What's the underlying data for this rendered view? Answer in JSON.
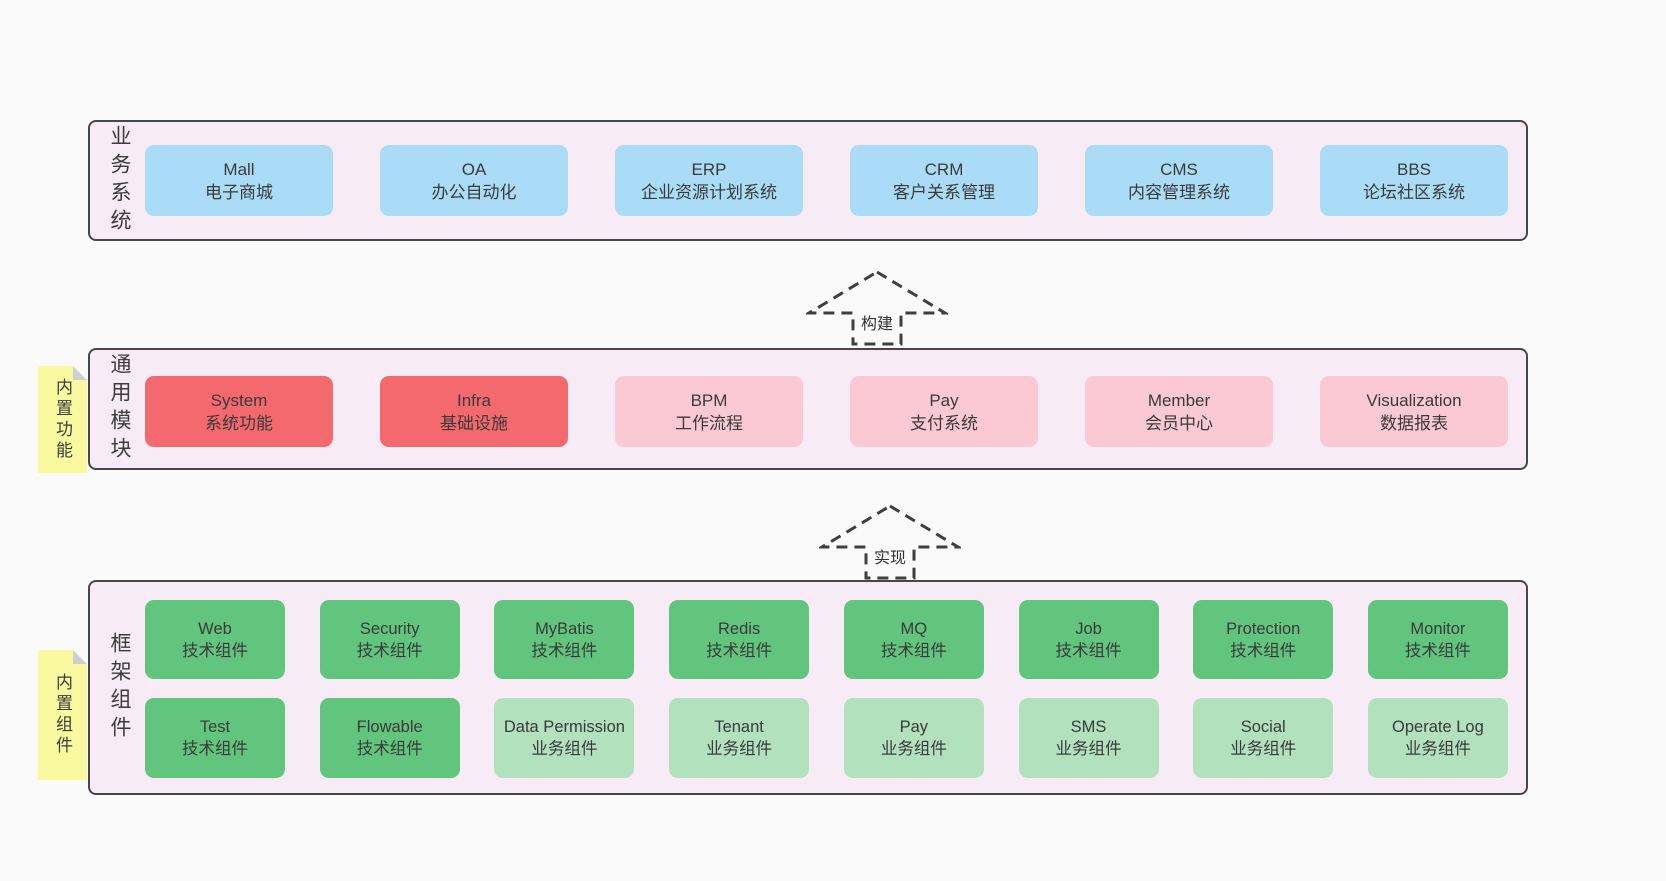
{
  "colors": {
    "page_bg": "#fafafa",
    "band_bg": "#f7ebf5",
    "band_border": "#474747",
    "box_blue": "#aadcf7",
    "box_red": "#f4696d",
    "box_pink": "#fbc9d3",
    "box_green": "#61c57d",
    "box_lightgreen": "#b2e1bd",
    "note_yellow": "#f9f9a0"
  },
  "layers": [
    {
      "label": "业务系统",
      "boxes": [
        {
          "title": "Mall",
          "subtitle": "电子商城",
          "type": "blue wide"
        },
        {
          "title": "OA",
          "subtitle": "办公自动化",
          "type": "blue wide"
        },
        {
          "title": "ERP",
          "subtitle": "企业资源计划系统",
          "type": "blue wide"
        },
        {
          "title": "CRM",
          "subtitle": "客户关系管理",
          "type": "blue wide"
        },
        {
          "title": "CMS",
          "subtitle": "内容管理系统",
          "type": "blue wide"
        },
        {
          "title": "BBS",
          "subtitle": "论坛社区系统",
          "type": "blue wide"
        }
      ]
    },
    {
      "label": "通用模块",
      "note": "内置功能",
      "boxes": [
        {
          "title": "System",
          "subtitle": "系统功能",
          "type": "red wide"
        },
        {
          "title": "Infra",
          "subtitle": "基础设施",
          "type": "red wide"
        },
        {
          "title": "BPM",
          "subtitle": "工作流程",
          "type": "pink wide"
        },
        {
          "title": "Pay",
          "subtitle": "支付系统",
          "type": "pink wide"
        },
        {
          "title": "Member",
          "subtitle": "会员中心",
          "type": "pink wide"
        },
        {
          "title": "Visualization",
          "subtitle": "数据报表",
          "type": "pink wide"
        }
      ]
    },
    {
      "label": "框架组件",
      "note": "内置组件",
      "row1": [
        {
          "title": "Web",
          "subtitle": "技术组件",
          "type": "green narrow"
        },
        {
          "title": "Security",
          "subtitle": "技术组件",
          "type": "green narrow"
        },
        {
          "title": "MyBatis",
          "subtitle": "技术组件",
          "type": "green narrow"
        },
        {
          "title": "Redis",
          "subtitle": "技术组件",
          "type": "green narrow"
        },
        {
          "title": "MQ",
          "subtitle": "技术组件",
          "type": "green narrow"
        },
        {
          "title": "Job",
          "subtitle": "技术组件",
          "type": "green narrow"
        },
        {
          "title": "Protection",
          "subtitle": "技术组件",
          "type": "green narrow"
        },
        {
          "title": "Monitor",
          "subtitle": "技术组件",
          "type": "green narrow"
        }
      ],
      "row2": [
        {
          "title": "Test",
          "subtitle": "技术组件",
          "type": "green narrow"
        },
        {
          "title": "Flowable",
          "subtitle": "技术组件",
          "type": "green narrow"
        },
        {
          "title": "Data Permission",
          "subtitle": "业务组件",
          "type": "lightgreen narrow"
        },
        {
          "title": "Tenant",
          "subtitle": "业务组件",
          "type": "lightgreen narrow"
        },
        {
          "title": "Pay",
          "subtitle": "业务组件",
          "type": "lightgreen narrow"
        },
        {
          "title": "SMS",
          "subtitle": "业务组件",
          "type": "lightgreen narrow"
        },
        {
          "title": "Social",
          "subtitle": "业务组件",
          "type": "lightgreen narrow"
        },
        {
          "title": "Operate Log",
          "subtitle": "业务组件",
          "type": "lightgreen narrow"
        }
      ]
    }
  ],
  "arrows": [
    {
      "label": "构建"
    },
    {
      "label": "实现"
    }
  ]
}
